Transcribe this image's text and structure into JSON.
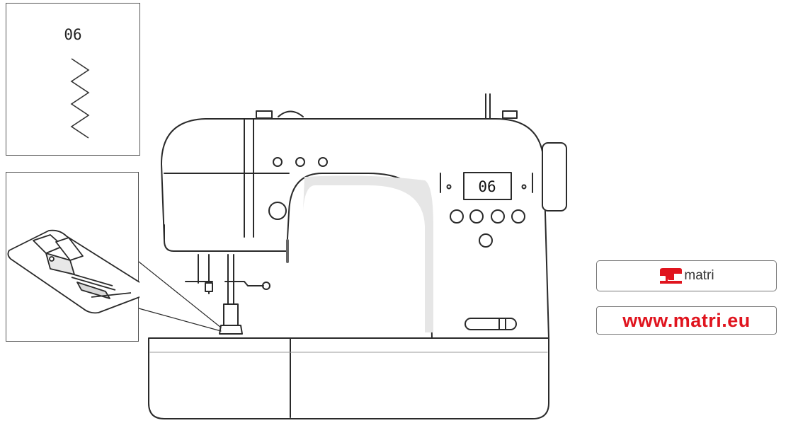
{
  "stitch_panel": {
    "pattern_number": "06",
    "stitch_icon": "zigzag-stitch-icon"
  },
  "presser_foot_panel": {
    "icon": "zigzag-presser-foot-icon"
  },
  "machine": {
    "display_value": "06",
    "icon": "sewing-machine-illustration"
  },
  "brand": {
    "logo_icon": "matri-sewing-machine-logo-icon",
    "logo_text": "matri",
    "website": "www.matri.eu",
    "accent_color": "#e0141e"
  }
}
